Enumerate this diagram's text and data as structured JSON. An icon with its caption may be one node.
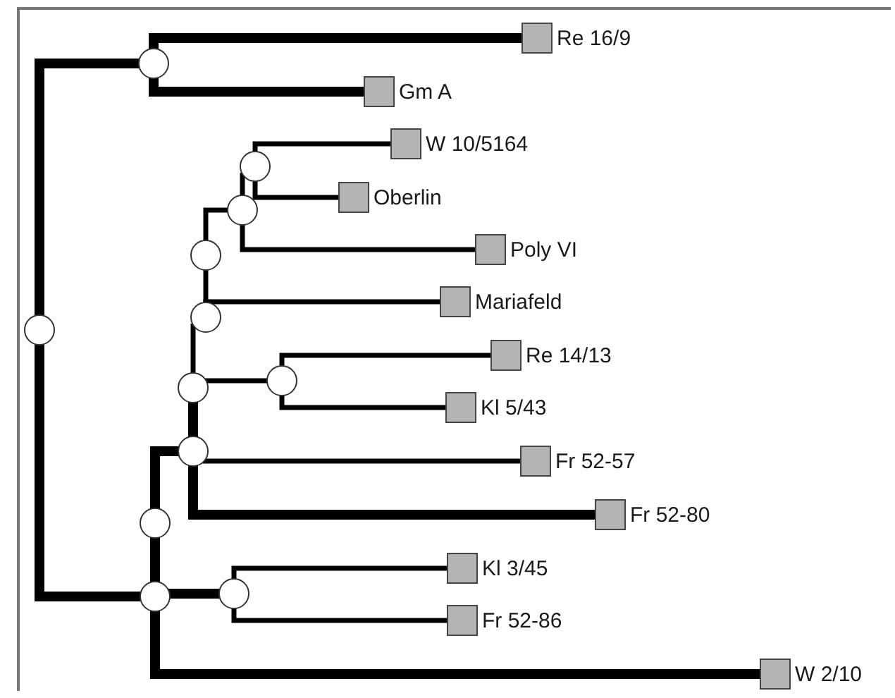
{
  "diagram": {
    "nodes": [
      {
        "text": [],
        "shape": "circle"
      },
      {
        "text": [],
        "shape": "circle"
      },
      {
        "text": [],
        "shape": "circle"
      },
      {
        "text": [],
        "shape": "circle"
      },
      {
        "text": [],
        "shape": "circle"
      },
      {
        "text": [],
        "shape": "circle"
      },
      {
        "text": [],
        "shape": "circle"
      },
      {
        "text": [],
        "shape": "circle"
      },
      {
        "text": [],
        "shape": "circle"
      },
      {
        "text": [],
        "shape": "circle"
      },
      {
        "text": [],
        "shape": "circle"
      },
      {
        "text": [],
        "shape": "circle"
      },
      {
        "text": [
          "Re 16/9"
        ]
      },
      {
        "text": [
          "Gm A"
        ]
      },
      {
        "text": [
          "W 10/5164"
        ]
      },
      {
        "text": [
          "Oberlin"
        ]
      },
      {
        "text": [
          "Poly VI"
        ]
      },
      {
        "text": [
          "Mariafeld"
        ]
      },
      {
        "text": [
          "Re 14/13"
        ]
      },
      {
        "text": [
          "Kl 5/43"
        ]
      },
      {
        "text": [
          "Fr 52-57"
        ]
      },
      {
        "text": [
          "Fr 52-80"
        ]
      },
      {
        "text": [
          "Kl 3/45"
        ]
      },
      {
        "text": [
          "Fr 52-86"
        ]
      },
      {
        "text": [
          "W 2/10"
        ]
      }
    ],
    "edges": [
      {
        "from": 0,
        "to": 1,
        "arrow": "none",
        "style": "thick"
      },
      {
        "from": 0,
        "to": 11,
        "arrow": "none",
        "style": "thick"
      },
      {
        "from": 1,
        "to": 12,
        "arrow": "none",
        "style": "thick"
      },
      {
        "from": 1,
        "to": 13,
        "arrow": "none",
        "style": "thick"
      },
      {
        "from": 2,
        "to": 14,
        "arrow": "none"
      },
      {
        "from": 2,
        "to": 15,
        "arrow": "none"
      },
      {
        "from": 3,
        "to": 2,
        "arrow": "none"
      },
      {
        "from": 3,
        "to": 16,
        "arrow": "none"
      },
      {
        "from": 4,
        "to": 3,
        "arrow": "none"
      },
      {
        "from": 5,
        "to": 4,
        "arrow": "none"
      },
      {
        "from": 5,
        "to": 17,
        "arrow": "none"
      },
      {
        "from": 6,
        "to": 18,
        "arrow": "none"
      },
      {
        "from": 6,
        "to": 19,
        "arrow": "none"
      },
      {
        "from": 7,
        "to": 5,
        "arrow": "none"
      },
      {
        "from": 7,
        "to": 6,
        "arrow": "none"
      },
      {
        "from": 8,
        "to": 7,
        "arrow": "none",
        "style": "thick"
      },
      {
        "from": 8,
        "to": 20,
        "arrow": "none"
      },
      {
        "from": 8,
        "to": 21,
        "arrow": "none",
        "style": "thick"
      },
      {
        "from": 9,
        "to": 8,
        "arrow": "none",
        "style": "thick"
      },
      {
        "from": 11,
        "to": 9,
        "arrow": "none",
        "style": "thick"
      },
      {
        "from": 11,
        "to": 10,
        "arrow": "none",
        "style": "thick"
      },
      {
        "from": 10,
        "to": 22,
        "arrow": "none"
      },
      {
        "from": 10,
        "to": 23,
        "arrow": "none"
      },
      {
        "from": 11,
        "to": 24,
        "arrow": "none",
        "style": "thick"
      }
    ]
  }
}
